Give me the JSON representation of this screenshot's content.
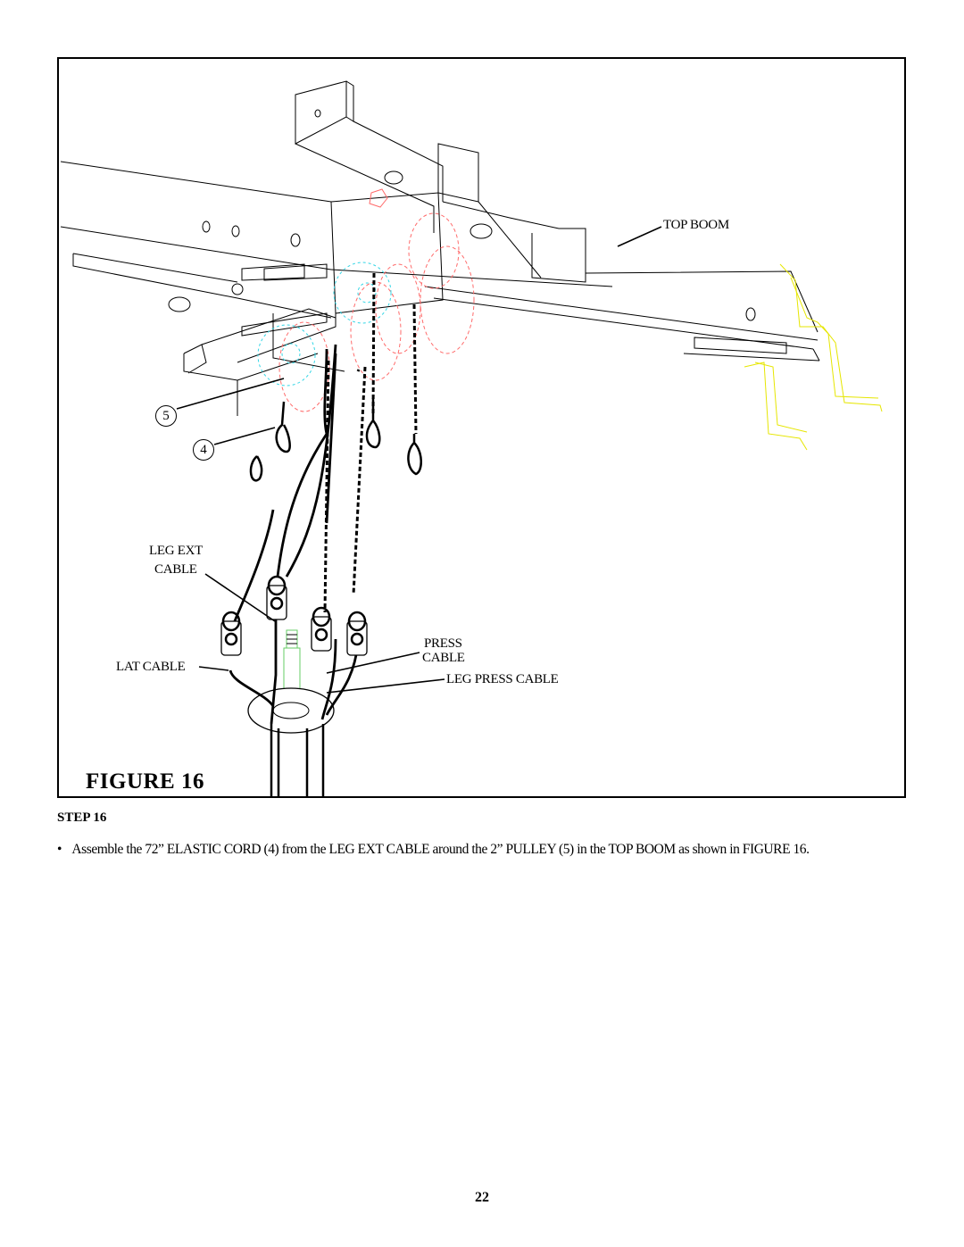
{
  "figure": {
    "caption": "FIGURE 16",
    "labels": {
      "top_boom": "TOP BOOM",
      "leg_ext_line1": "LEG EXT",
      "leg_ext_line2": "CABLE",
      "lat_cable": "LAT CABLE",
      "press_line1": "PRESS",
      "press_line2": "CABLE",
      "leg_press_cable": "LEG PRESS CABLE"
    },
    "callouts": {
      "pulley": "5",
      "elastic_cord": "4"
    },
    "colors": {
      "line": "#000000",
      "pulley_red": "#ff6b6b",
      "pulley_cyan": "#33d6e6",
      "bracket_yellow": "#e6e600",
      "shaft_green": "#66cc66"
    }
  },
  "step": {
    "heading": "STEP 16",
    "bullet": "•",
    "text": "Assemble the 72” ELASTIC CORD (4) from the LEG EXT CABLE around the 2” PULLEY (5) in the TOP BOOM as shown in FIGURE 16."
  },
  "page_number": "22"
}
